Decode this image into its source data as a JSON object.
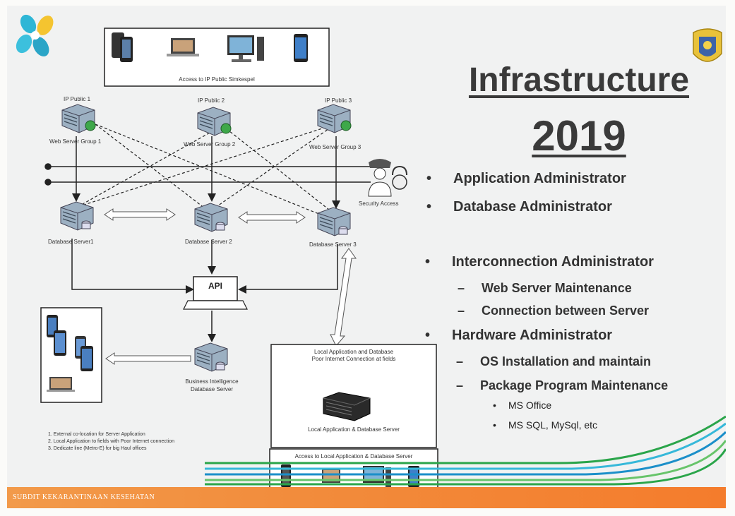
{
  "slide": {
    "title": "Infrastructure",
    "year": "2019",
    "bullets": [
      {
        "text": "Application Administrator",
        "level": 1
      },
      {
        "text": "Database Administrator",
        "level": 1
      },
      {
        "text": "Interconnection Administrator",
        "level": 1
      },
      {
        "text": "Web Server Maintenance",
        "level": 2
      },
      {
        "text": "Connection between Server",
        "level": 2
      },
      {
        "text": "Hardware Administrator",
        "level": 1
      },
      {
        "text": "OS Installation and maintain",
        "level": 2
      },
      {
        "text": "Package Program Maintenance",
        "level": 2
      },
      {
        "text": "MS Office",
        "level": 3
      },
      {
        "text": "MS SQL, MySql, etc",
        "level": 3
      }
    ],
    "footer": "SUBDIT KEKARANTINAAN KESEHATAN"
  },
  "diagram": {
    "access_public_caption": "Access to IP Public Simkespel",
    "ip_public": [
      "IP Public 1",
      "IP Public 2",
      "IP Public 3"
    ],
    "web_servers": [
      "Web Server Group 1",
      "Web Server Group 2",
      "Web Server Group 3"
    ],
    "db_servers": [
      "Database Server1",
      "Database Server 2",
      "Database Server 3"
    ],
    "security_access": "Security Access",
    "api_label": "API",
    "bi_server": [
      "Business Intelligence",
      "Database Server"
    ],
    "local_box_title": [
      "Local Application and Database",
      "Poor Internet Connection at fields"
    ],
    "local_server_label": "Local Application & Database Server",
    "local_access_caption": "Access to Local Application & Database Server",
    "notes": [
      "1. External co-location for Server Application",
      "2. Local Application to fields with Poor Internet connection",
      "3. Dedicate line (Metro-E) for big Haul offices"
    ]
  },
  "colors": {
    "text": "#333333",
    "footer": "#f28c3c",
    "server_body": "#8fa3b5",
    "server_green": "#3ea84a",
    "stripes": [
      "#2aa54a",
      "#36b8d9",
      "#1b8fc9",
      "#67c46a"
    ]
  }
}
